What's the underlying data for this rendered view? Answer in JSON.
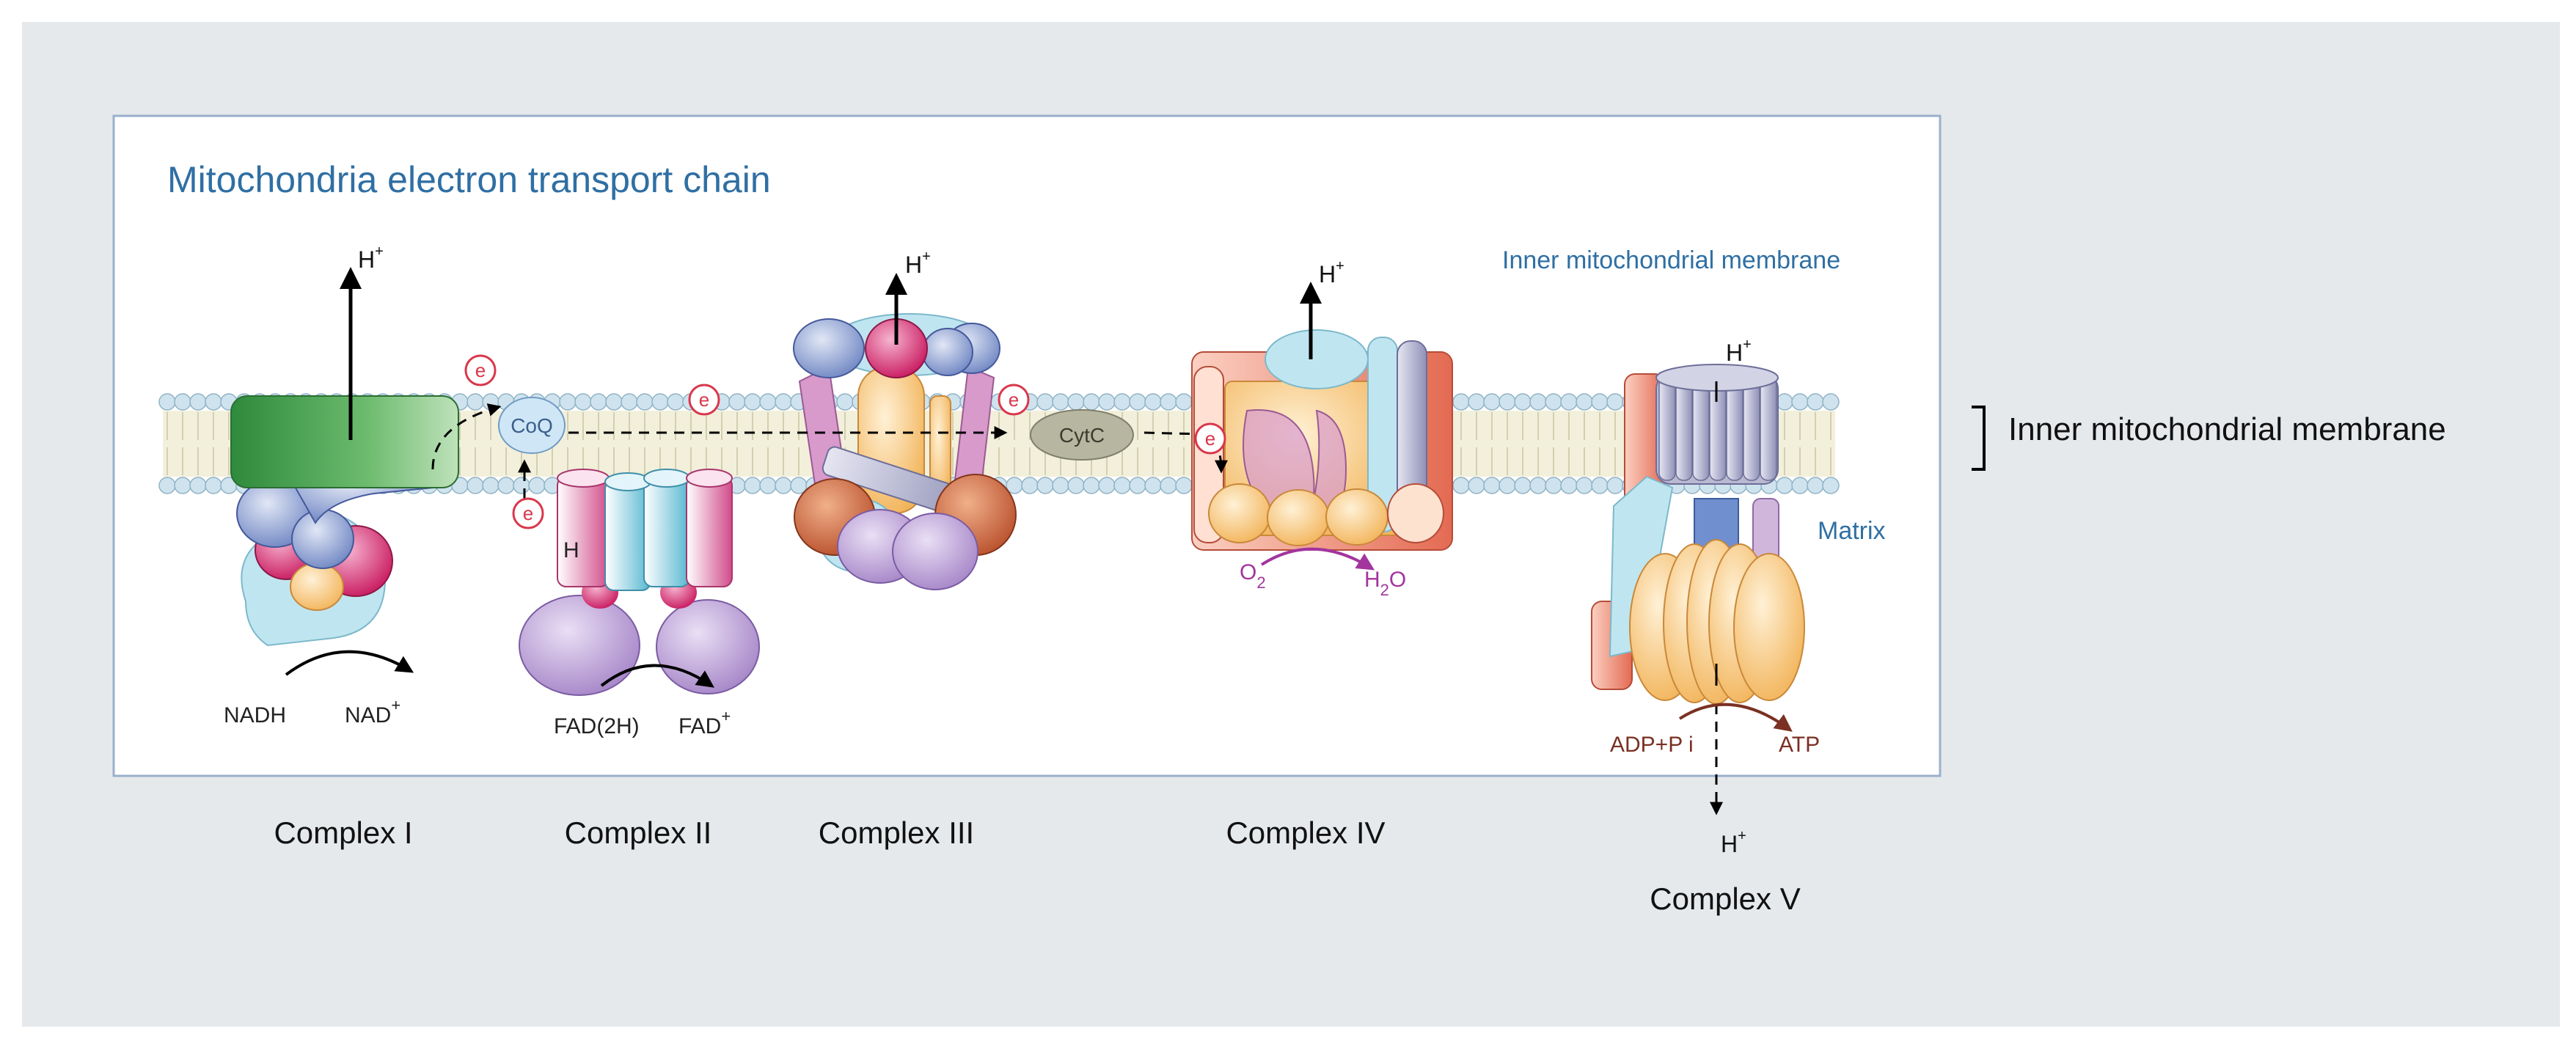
{
  "title": "Mitochondria electron transport chain",
  "membrane_label_inside": "Inner mitochondrial membrane",
  "membrane_label_outside": "Inner mitochondrial membrane",
  "matrix_label": "Matrix",
  "proton": {
    "symbol": "H",
    "charge": "+"
  },
  "electron": "e",
  "coq": "CoQ",
  "cytc": "CytC",
  "complex_ii_h": "H",
  "reactions": {
    "complex_i": {
      "left": "NADH",
      "right": "NAD",
      "right_sup": "+"
    },
    "complex_ii": {
      "left": "FAD(2H)",
      "right": "FAD",
      "right_sup": "+"
    },
    "complex_iv": {
      "o": "O",
      "o_sub": "2",
      "h": "H",
      "h_sub": "2",
      "o_tail": "O"
    },
    "complex_v": {
      "left": "ADP+P i",
      "right": "ATP"
    }
  },
  "complexes": [
    {
      "label": "Complex I"
    },
    {
      "label": "Complex II"
    },
    {
      "label": "Complex III"
    },
    {
      "label": "Complex IV"
    },
    {
      "label": "Complex V"
    }
  ],
  "colors": {
    "background": "#e6e9ec",
    "panel": "#ffffff",
    "panel_border": "#9ab0cc",
    "membrane": "#f2efdb",
    "head": "#cfe3ee",
    "head_stroke": "#8fb3c6",
    "title_blue": "#2f6fa3",
    "electron": "#d9374b",
    "complex_i": "#3e9a47",
    "magenta": "#d6246e",
    "orange": "#f6c26f",
    "purple": "#b79ad0",
    "light_blue": "#bfe6f0",
    "salmon": "#ef8a74",
    "grey_lilac": "#a8a9c8",
    "brown": "#c05a34",
    "cytc": "#b6b6a1",
    "reaction_purple": "#a2359e",
    "reaction_brown": "#7a3023"
  }
}
